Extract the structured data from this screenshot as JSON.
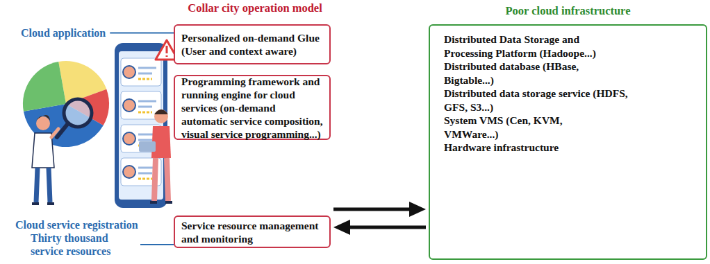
{
  "diagram": {
    "nodes": [
      {
        "text": [
          "Personalized on-demand Glue (User and context aware)"
        ]
      },
      {
        "text": [
          "Programming framework and running engine for cloud services (on-demand automatic service composition, visual service programming...)"
        ]
      },
      {
        "text": [
          "Service resource management and monitoring"
        ]
      },
      {
        "text": [
          "Poor cloud infrastructure",
          "Distributed Data Storage and Processing Platform (Hadoope...)",
          "Distributed database (HBase, Bigtable...)",
          "Distributed data storage service (HDFS, GFS, S3...)",
          "System VMS (Cen, KVM, VMWare...)",
          "Hardware infrastructure"
        ]
      }
    ],
    "edges": [
      {
        "from": 2,
        "to": 3,
        "arrow": "to"
      },
      {
        "from": 3,
        "to": 2,
        "arrow": "to"
      }
    ],
    "labels": [
      "Collar city operation model",
      "Cloud application",
      "Cloud service registration",
      "Thirty thousand service resources"
    ]
  }
}
